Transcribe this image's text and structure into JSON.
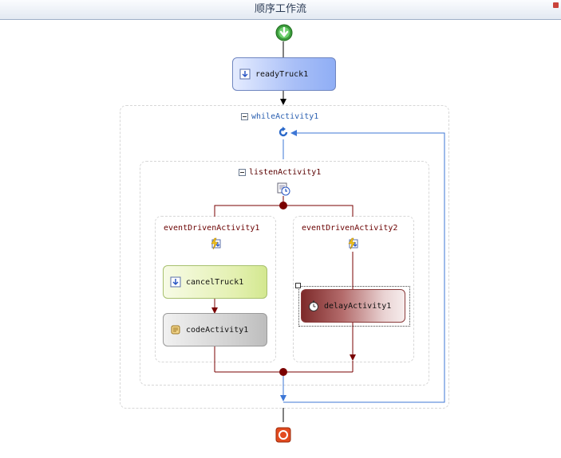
{
  "window": {
    "title": "顺序工作流"
  },
  "workflow": {
    "start_icon": "green-down-arrow-start-icon",
    "end_icon": "red-stop-end-icon",
    "ready_activity": {
      "label": "readyTruck1",
      "icon": "event-sink-icon"
    },
    "while_activity": {
      "label": "whileActivity1",
      "icon": "loop-refresh-icon"
    },
    "listen_activity": {
      "label": "listenActivity1",
      "icon": "listen-clock-icon"
    },
    "branches": [
      {
        "label": "eventDrivenActivity1",
        "icon": "lightning-event-icon",
        "activities": [
          {
            "label": "cancelTruck1",
            "icon": "event-sink-icon"
          },
          {
            "label": "codeActivity1",
            "icon": "scroll-code-icon"
          }
        ]
      },
      {
        "label": "eventDrivenActivity2",
        "icon": "lightning-event-icon",
        "activities": [
          {
            "label": "delayActivity1",
            "icon": "stopwatch-icon"
          }
        ]
      }
    ]
  },
  "colors": {
    "sequence_line": "#000000",
    "loop_line": "#3d77d6",
    "listen_line": "#7a0000",
    "container_border": "#d7d7d7"
  }
}
